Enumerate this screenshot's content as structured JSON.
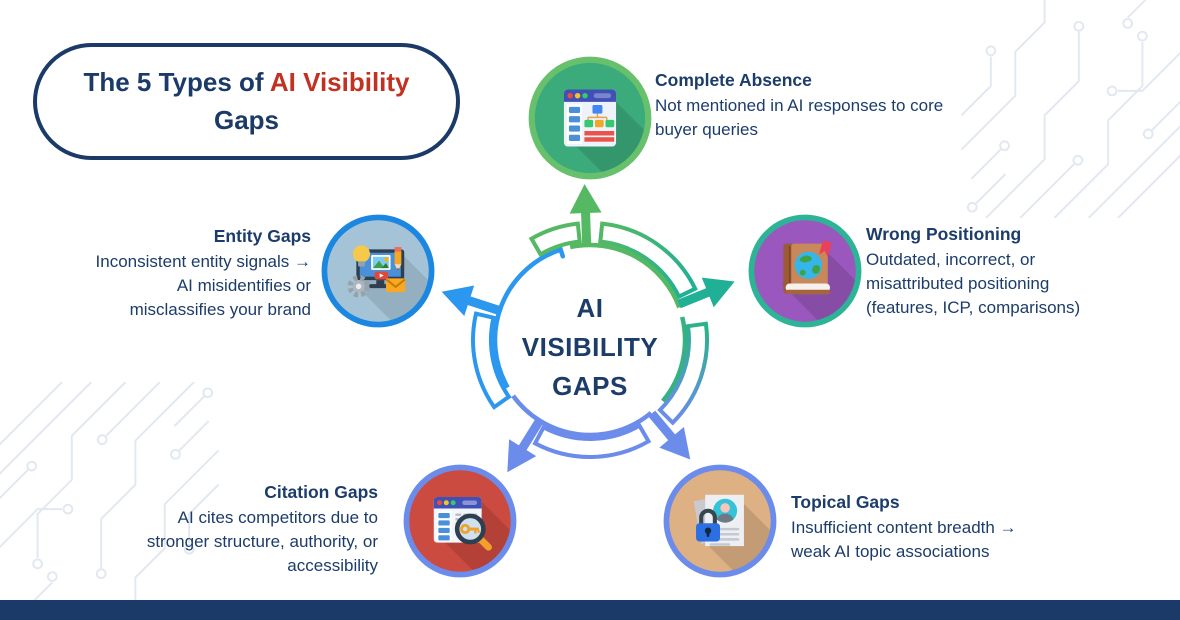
{
  "title": {
    "part1": "The 5 Types of",
    "highlight": "AI Visibility",
    "part2": "Gaps"
  },
  "center_label": {
    "lines": [
      "AI",
      "VISIBILITY",
      "GAPS"
    ]
  },
  "colors": {
    "navy_text": "#1c3c6a",
    "navy_border": "#1b3a67",
    "red_highlight": "#c13223",
    "arc_green": "#55b963",
    "arc_teal": "#1fb095",
    "arc_periwinkle": "#6b8ceb",
    "arc_blue": "#2b97ee",
    "footer_bar": "#1b3a67"
  },
  "gaps": [
    {
      "name": "Complete Absence",
      "description": "Not mentioned in AI responses to core buyer queries",
      "icon": "browser-sitemap-icon",
      "circle_fill": "#3cab7c",
      "circle_ring": "#67c06b"
    },
    {
      "name": "Wrong Positioning",
      "description": "Outdated, incorrect, or misattributed positioning (features, ICP, comparisons)",
      "icon": "book-globe-icon",
      "circle_fill": "#9a57bd",
      "circle_ring": "#2db497"
    },
    {
      "name": "Topical Gaps",
      "description": "Insufficient content breadth → weak AI topic associations",
      "icon": "locked-profile-document-icon",
      "circle_fill": "#deb184",
      "circle_ring": "#6b8ceb"
    },
    {
      "name": "Citation Gaps",
      "description": "AI cites competitors due to stronger structure, authority, or accessibility",
      "icon": "browser-key-search-icon",
      "circle_fill": "#cc4b40",
      "circle_ring": "#6b8ceb"
    },
    {
      "name": "Entity Gaps",
      "description": "Inconsistent entity signals → AI misidentifies or misclassifies your brand",
      "icon": "monitor-content-icon",
      "circle_fill": "#a5c3d6",
      "circle_ring": "#1b87e0"
    }
  ]
}
